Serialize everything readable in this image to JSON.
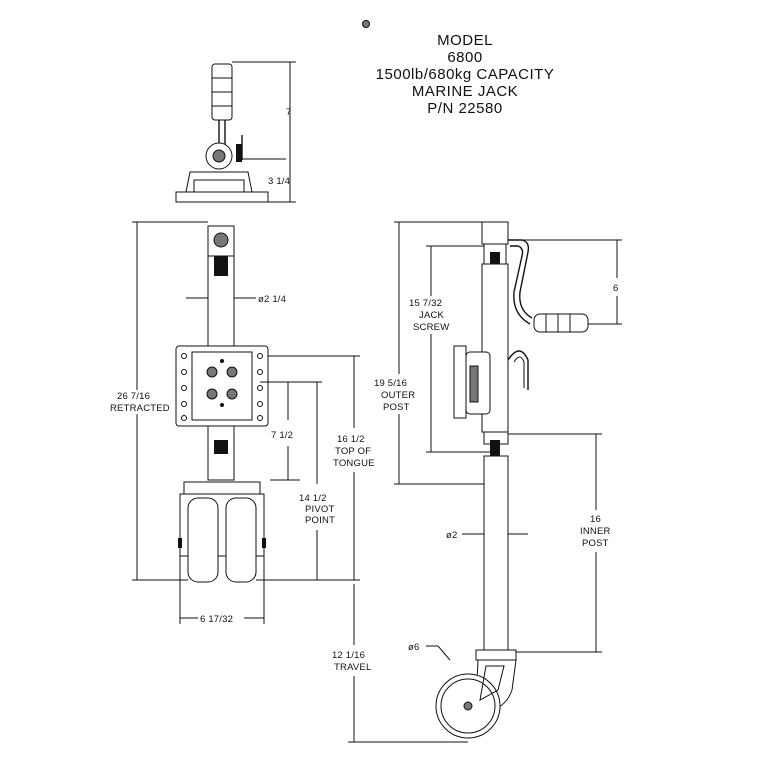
{
  "title": {
    "lines": [
      "MODEL",
      "6800",
      "1500lb/680kg  CAPACITY",
      "MARINE  JACK",
      "P/N  22580"
    ]
  },
  "dimensions": {
    "handle_height": "7",
    "base_height": "3  1/4",
    "tube_diameter": "ø2  1/4",
    "retracted_value": "26  7/16",
    "retracted_label": "RETRACTED",
    "bolt_spacing": "7  1/2",
    "tongue_value": "16  1/2",
    "tongue_label_1": "TOP  OF",
    "tongue_label_2": "TONGUE",
    "pivot_value": "14  1/2",
    "pivot_label_1": "PIVOT",
    "pivot_label_2": "POINT",
    "wheel_width": "6  17/32",
    "travel_value": "12  1/16",
    "travel_label": "TRAVEL",
    "screw_value": "15  7/32",
    "screw_label_1": "JACK",
    "screw_label_2": "SCREW",
    "outer_value": "19  5/16",
    "outer_label_1": "OUTER",
    "outer_label_2": "POST",
    "crank_length": "6",
    "inner_value": "16",
    "inner_label_1": "INNER",
    "inner_label_2": "POST",
    "inner_diameter": "ø2",
    "wheel_diameter": "ø6"
  }
}
